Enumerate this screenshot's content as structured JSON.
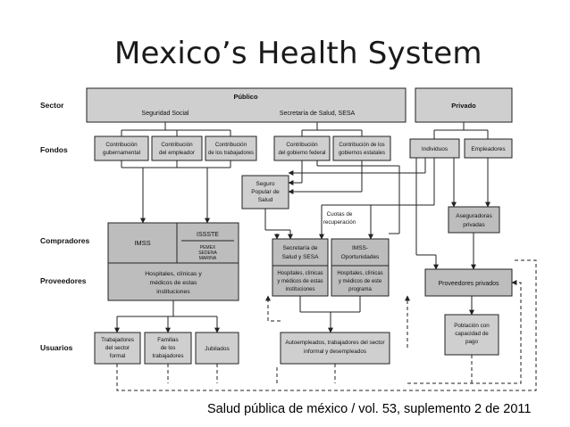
{
  "title": "Mexico’s Health System",
  "caption": "Salud pública de méxico / vol. 53, suplemento 2 de 2011",
  "rows": {
    "sector": "Sector",
    "fondos": "Fondos",
    "compradores": "Compradores",
    "proveedores": "Proveedores",
    "usuarios": "Usuarios"
  },
  "sector": {
    "publico": "Público",
    "seguridad_social": "Seguridad Social",
    "secretaria": "Secretaría de Salud, SESA",
    "privado": "Privado"
  },
  "fondos": {
    "contrib_gub": [
      "Contribución",
      "gubernamental"
    ],
    "contrib_emp": [
      "Contribución",
      "del empleador"
    ],
    "contrib_trab": [
      "Contribución",
      "de los trabajadores"
    ],
    "contrib_fed": [
      "Contribución",
      "del gobierno federal"
    ],
    "contrib_est": [
      "Contribución de los",
      "gobiernos estatales"
    ],
    "individuos": "Individuos",
    "empleadores": "Empleadores"
  },
  "seguro_popular": [
    "Seguro",
    "Popular de",
    "Salud"
  ],
  "cuotas": [
    "Cuotas de",
    "recuperación"
  ],
  "compradores": {
    "imss": "IMSS",
    "issste": "ISSSTE",
    "pemex": [
      "PEMEX",
      "SEDENA",
      "MARINA"
    ],
    "secretaria": [
      "Secretaría de",
      "Salud y SESA"
    ],
    "imss_op": [
      "IMSS-",
      "Oportunidades"
    ],
    "aseguradoras": [
      "Aseguradoras",
      "privadas"
    ]
  },
  "proveedores": {
    "hosp_ss": [
      "Hospitales, clínicas y",
      "médicos de estas",
      "instituciones"
    ],
    "hosp_sec": [
      "Hospitales, clínicas",
      "y médicos de estas",
      "instituciones"
    ],
    "hosp_op": [
      "Hospitales, clínicas",
      "y médicos de este",
      "programa"
    ],
    "privados": "Proveedores privados"
  },
  "usuarios": {
    "trabajadores": [
      "Trabajadores",
      "del sector",
      "formal"
    ],
    "familias": [
      "Familias",
      "de los",
      "trabajadores"
    ],
    "jubilados": "Jubilados",
    "autoempleados": [
      "Autoempleados, trabajadores del sector",
      "informal y desempleados"
    ],
    "poblacion": [
      "Población con",
      "capacidad de",
      "pago"
    ]
  }
}
